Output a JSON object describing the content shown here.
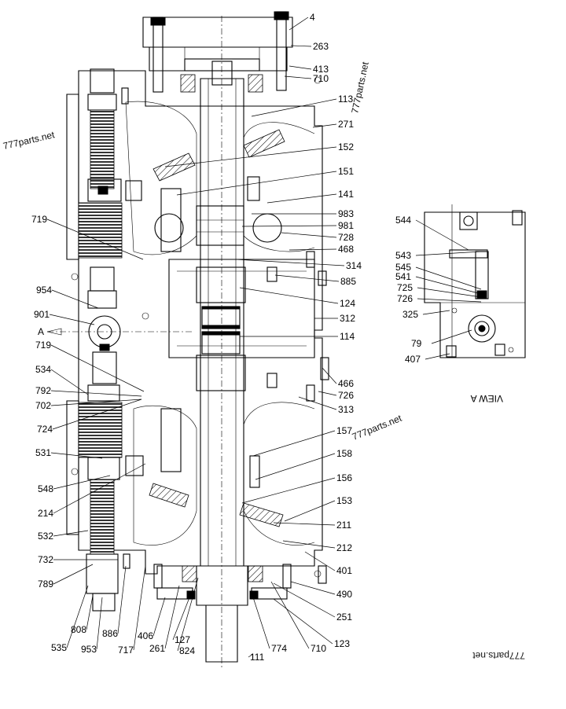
{
  "drawing": {
    "section_arrow_label": "A",
    "view_caption": "VIEW A"
  },
  "watermarks": [
    "777parts.net",
    "777parts.net",
    "777parts.net",
    "777parts.net"
  ],
  "main_labels": [
    "4",
    "263",
    "413",
    "710",
    "113",
    "271",
    "152",
    "151",
    "141",
    "983",
    "981",
    "728",
    "468",
    "719",
    "314",
    "954",
    "885",
    "901",
    "124",
    "312",
    "114",
    "719",
    "466",
    "726",
    "534",
    "792",
    "702",
    "313",
    "724",
    "157",
    "531",
    "158",
    "548",
    "156",
    "214",
    "153",
    "211",
    "532",
    "212",
    "732",
    "401",
    "789",
    "490",
    "251",
    "808",
    "886",
    "535",
    "953",
    "717",
    "406",
    "261",
    "127",
    "824",
    "774",
    "710",
    "123",
    "111"
  ],
  "view_a_labels": [
    "544",
    "543",
    "545",
    "541",
    "725",
    "726",
    "325",
    "79",
    "407"
  ]
}
